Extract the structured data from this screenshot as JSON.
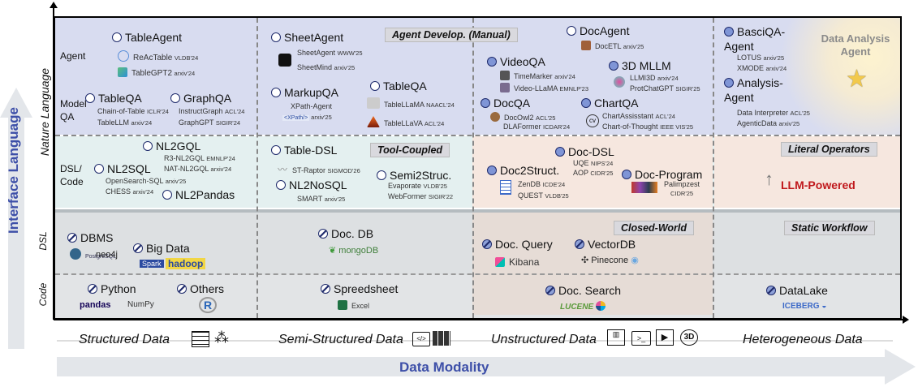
{
  "axes": {
    "y_title": "Interface Language",
    "x_title": "Data Modality",
    "y_levels": [
      "Nature Language",
      "DSL",
      "Code"
    ],
    "x_levels": [
      "Structured Data",
      "Semi-Structured Data",
      "Unstructured Data",
      "Heterogeneous Data"
    ]
  },
  "rows": {
    "agent": "Agent",
    "model_qa": "Model\nQA",
    "dsl_code": "DSL/\nCode"
  },
  "tags": {
    "manual": "Agent Develop. (Manual)",
    "tool": "Tool-Coupled",
    "literal": "Literal Operators",
    "closed": "Closed-World",
    "static": "Static Workflow",
    "llm_powered": "LLM-Powered",
    "daa": "Data Analysis\nAgent"
  },
  "structured": {
    "tableagent": "TableAgent",
    "reactable": "ReAcTable",
    "reactable_ref": "VLDB'24",
    "tablegpt2": "TableGPT2",
    "tablegpt2_ref": "arxiv'24",
    "tableqa": "TableQA",
    "chain_of_table": "Chain-of-Table",
    "chain_of_table_ref": "ICLR'24",
    "tablellm": "TableLLM",
    "tablellm_ref": "arxiv'24",
    "graphqa": "GraphQA",
    "instructgraph": "InstructGraph",
    "instructgraph_ref": "ACL'24",
    "graphgpt": "GraphGPT",
    "graphgpt_ref": "SIGIR'24",
    "nl2sql": "NL2SQL",
    "opensearch_sql": "OpenSearch-SQL",
    "opensearch_sql_ref": "arxiv'25",
    "chess": "CHESS",
    "chess_ref": "arxiv'24",
    "nl2gql": "NL2GQL",
    "r3_nl2gql": "R3-NL2GQL",
    "r3_nl2gql_ref": "EMNLP'24",
    "nat_nl2gql": "NAT-NL2GQL",
    "nat_nl2gql_ref": "arxiv'24",
    "nl2pandas": "NL2Pandas",
    "dbms": "DBMS",
    "neo4j": "neo4j",
    "postgresql": "PostgreSQL",
    "bigdata": "Big Data",
    "spark": "Spark",
    "hadoop": "hadoop",
    "python": "Python",
    "pandas": "pandas",
    "numpy": "NumPy",
    "others": "Others",
    "r": "R"
  },
  "semi": {
    "sheetagent": "SheetAgent",
    "sheetagent2": "SheetAgent",
    "sheetagent2_ref": "WWW'25",
    "sheetmind": "SheetMind",
    "sheetmind_ref": "arxiv'25",
    "markupqa": "MarkupQA",
    "xpath_agent": "XPath-Agent",
    "xpath_ref": "arxiv'25",
    "xpath_logo": "<XPath/>",
    "tableqa": "TableQA",
    "tablellama": "TableLLaMA",
    "tablellama_ref": "NAACL'24",
    "tablellava": "TableLLaVA",
    "tablellava_ref": "ACL'24",
    "table_dsl": "Table-DSL",
    "st_raptor": "ST-Raptor",
    "st_raptor_ref": "SIGMOD'26",
    "nl2nosql": "NL2NoSQL",
    "smart": "SMART",
    "smart_ref": "arxiv'25",
    "semi2struc": "Semi2Struc.",
    "evaporate": "Evaporate",
    "evaporate_ref": "VLDB'25",
    "webformer": "WebFormer",
    "webformer_ref": "SIGIR'22",
    "docdb": "Doc. DB",
    "mongodb": "mongoDB",
    "spreadsheet": "Spreedsheet",
    "excel": "Excel"
  },
  "unstruct": {
    "docagent": "DocAgent",
    "docetl": "DocETL",
    "docetl_ref": "arxiv'25",
    "videoqa": "VideoQA",
    "timemarker": "TimeMarker",
    "timemarker_ref": "arxiv'24",
    "videollama": "Video-LLaMA",
    "videollama_ref": "EMNLP'23",
    "mllm3d": "3D MLLM",
    "llmi3d": "LLMI3D",
    "llmi3d_ref": "arxiv'24",
    "protchatgpt": "ProtChatGPT",
    "protchatgpt_ref": "SIGIR'25",
    "docqa": "DocQA",
    "docowl2": "DocOwl2",
    "docowl2_ref": "ACL'25",
    "dlaformer": "DLAFormer",
    "dlaformer_ref": "ICDAR'24",
    "chartqa": "ChartQA",
    "chartassistant": "ChartAssisstant",
    "chartassistant_ref": "ACL'24",
    "chart_of_thought": "Chart-of-Thought",
    "chart_of_thought_ref": "IEEE VIS'25",
    "docdsl": "Doc-DSL",
    "uqe": "UQE",
    "uqe_ref": "NIPS'24",
    "aop": "AOP",
    "aop_ref": "CIDR'25",
    "doc2struct": "Doc2Struct.",
    "zendb": "ZenDB",
    "zendb_ref": "ICDE'24",
    "quest": "QUEST",
    "quest_ref": "VLDB'25",
    "docprogram": "Doc-Program",
    "palimpzest": "Palimpzest",
    "palimpzest_ref": "CIDR'25",
    "docquery": "Doc. Query",
    "kibana": "Kibana",
    "vectordb": "VectorDB",
    "pinecone": "Pinecone",
    "docsearch": "Doc. Search",
    "lucene": "LUCENE"
  },
  "hetero": {
    "basciqa": "BasciQA-\nAgent",
    "lotus": "LOTUS",
    "lotus_ref": "arxiv'25",
    "xmode": "XMODE",
    "xmode_ref": "arxiv'24",
    "analysis": "Analysis-\nAgent",
    "data_interpreter": "Data Interpreter",
    "data_interpreter_ref": "ACL'25",
    "agenticdata": "AgenticData",
    "agenticdata_ref": "arxiv'25",
    "datalake": "DataLake",
    "iceberg": "ICEBERG"
  }
}
